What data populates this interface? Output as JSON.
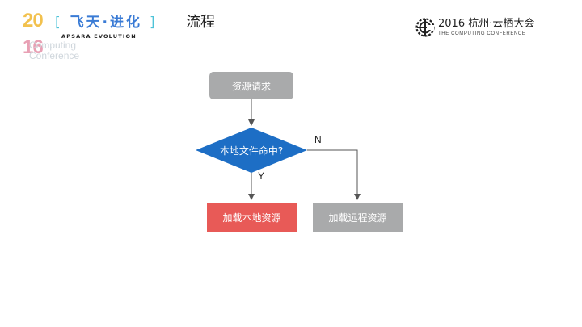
{
  "header": {
    "page_title": "流程",
    "left_logo": {
      "year_top": "20",
      "year_bottom": "16",
      "title_open": "[",
      "title": "飞天·进化",
      "title_close": "]",
      "subtitle": "APSARA EVOLUTION",
      "computing_line1": "Computing",
      "computing_line2": "Conference"
    },
    "right_logo": {
      "main": "2016 杭州·云栖大会",
      "sub": "THE COMPUTING CONFERENCE"
    }
  },
  "flowchart": {
    "start": {
      "label": "资源请求"
    },
    "decision": {
      "label": "本地文件命中?"
    },
    "yes_branch": {
      "edge_label": "Y",
      "label": "加载本地资源"
    },
    "no_branch": {
      "edge_label": "N",
      "label": "加载远程资源"
    }
  },
  "colors": {
    "start_fill": "#a9aaab",
    "decision_fill": "#1d6ec5",
    "yes_fill": "#e85a57",
    "no_fill": "#a9aaab",
    "connector": "#555555"
  }
}
